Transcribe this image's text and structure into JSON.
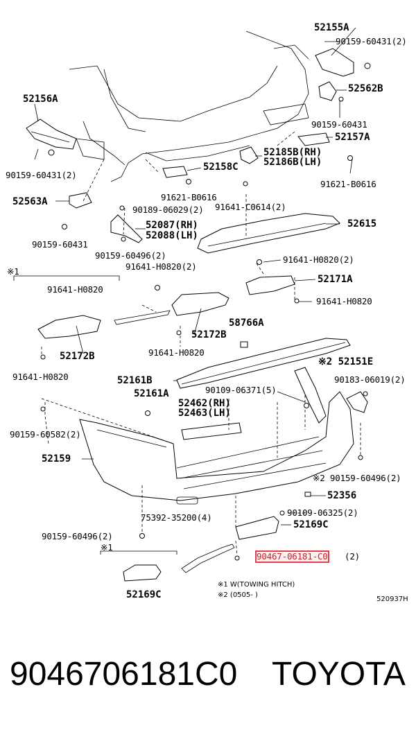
{
  "diagram": {
    "labels": {
      "p52155A": "52155A",
      "p90159_60431_2_top": "90159-60431(2)",
      "p52562B": "52562B",
      "p52156A": "52156A",
      "p90159_60431_right": "90159-60431",
      "p52157A": "52157A",
      "p52185B": "52185B(RH)",
      "p52186B": "52186B(LH)",
      "p52158C": "52158C",
      "p90159_60431_2_left": "90159-60431(2)",
      "p91621_B0616_right": "91621-B0616",
      "p91621_B0616_mid": "91621-B0616",
      "p52563A": "52563A",
      "p90189_06029": "90189-06029(2)",
      "p91641_C0614": "91641-C0614(2)",
      "p52615": "52615",
      "p52087": "52087(RH)",
      "p52088": "52088(LH)",
      "p90159_60431_left": "90159-60431",
      "p90159_60496_2_a": "90159-60496(2)",
      "p91641_H0820_2_right": "91641-H0820(2)",
      "p91641_H0820_2_mid": "91641-H0820(2)",
      "p52171A": "52171A",
      "mark1_top": "※1",
      "p91641_H0820_box": "91641-H0820",
      "p91641_H0820_right": "91641-H0820",
      "p58766A": "58766A",
      "p52172B_mid": "52172B",
      "p52172B_left": "52172B",
      "p91641_H0820_mid": "91641-H0820",
      "p91641_H0820_left": "91641-H0820",
      "p52151E": "※2 52151E",
      "p90183_06019": "90183-06019(2)",
      "p52161B": "52161B",
      "p90109_06371": "90109-06371(5)",
      "p52161A": "52161A",
      "p52462": "52462(RH)",
      "p52463": "52463(LH)",
      "p90159_60582": "90159-60582(2)",
      "p52159": "52159",
      "p90159_60496_2_b": "※2 90159-60496(2)",
      "p52356": "52356",
      "p75392": "75392-35200(4)",
      "p90109_06325": "90109-06325(2)",
      "p52169C_right": "52169C",
      "p90159_60496_2_c": "90159-60496(2)",
      "mark1_bottom": "※1",
      "p90467": "90467-06181-C0",
      "p90467_qty": "(2)",
      "p52169C_left": "52169C"
    },
    "notes": {
      "n1": "※1 W(TOWING HITCH)",
      "n2": "※2 (0505-        )",
      "code": "520937H"
    },
    "highlight_color": "#e0404a"
  },
  "caption": {
    "part_number": "9046706181C0",
    "brand": "TOYOTA"
  }
}
